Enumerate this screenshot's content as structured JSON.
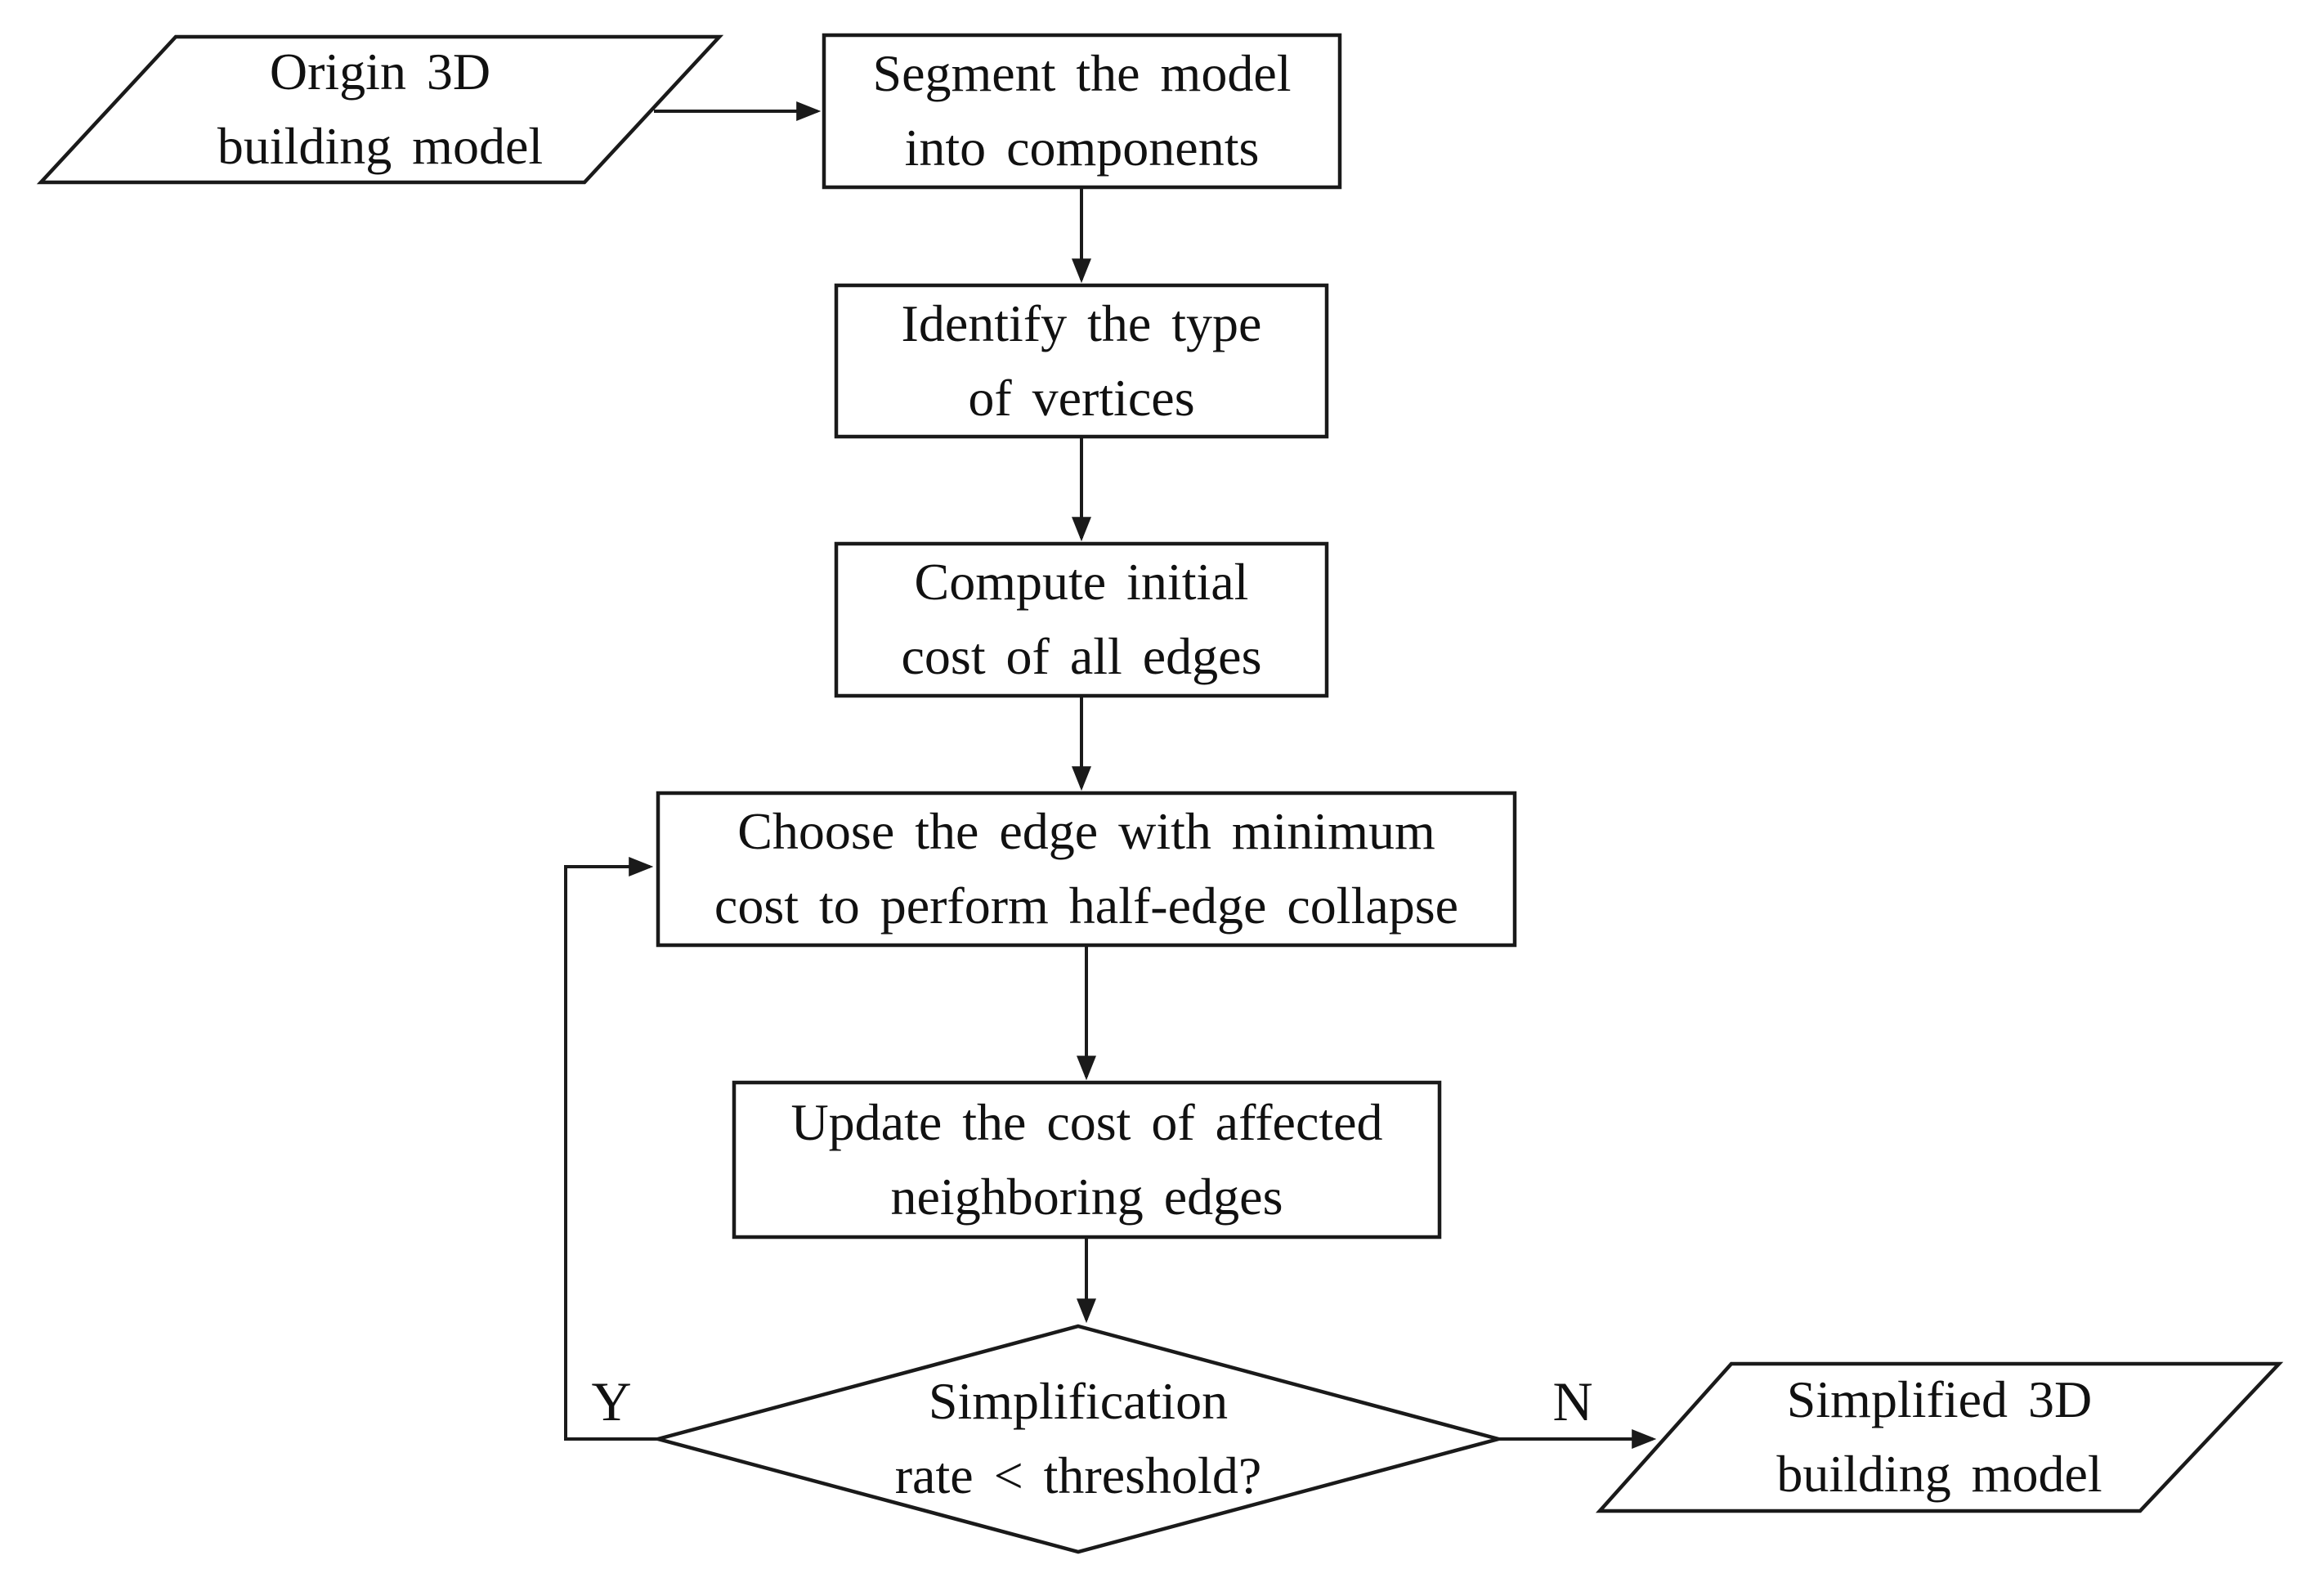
{
  "diagram": {
    "type": "flowchart",
    "colors": {
      "background": "#ffffff",
      "stroke": "#1a1a1a",
      "text": "#111111"
    },
    "nodes": {
      "origin": {
        "shape": "parallelogram",
        "label": "Origin 3D\nbuilding model"
      },
      "segment": {
        "shape": "rect",
        "label": "Segment the model\ninto components"
      },
      "identify": {
        "shape": "rect",
        "label": "Identify the type\nof vertices"
      },
      "compute": {
        "shape": "rect",
        "label": "Compute initial\ncost of all edges"
      },
      "choose": {
        "shape": "rect",
        "label": "Choose the edge with minimum\ncost to perform half-edge collapse"
      },
      "update": {
        "shape": "rect",
        "label": "Update the cost of affected\nneighboring edges"
      },
      "decision": {
        "shape": "diamond",
        "label": "Simplification\nrate < threshold?"
      },
      "result": {
        "shape": "parallelogram",
        "label": "Simplified 3D\nbuilding model"
      }
    },
    "branch_labels": {
      "yes": "Y",
      "no": "N"
    },
    "edges": [
      {
        "from": "origin",
        "to": "segment"
      },
      {
        "from": "segment",
        "to": "identify"
      },
      {
        "from": "identify",
        "to": "compute"
      },
      {
        "from": "compute",
        "to": "choose"
      },
      {
        "from": "choose",
        "to": "update"
      },
      {
        "from": "update",
        "to": "decision"
      },
      {
        "from": "decision",
        "to": "choose",
        "label": "Y"
      },
      {
        "from": "decision",
        "to": "result",
        "label": "N"
      }
    ]
  }
}
